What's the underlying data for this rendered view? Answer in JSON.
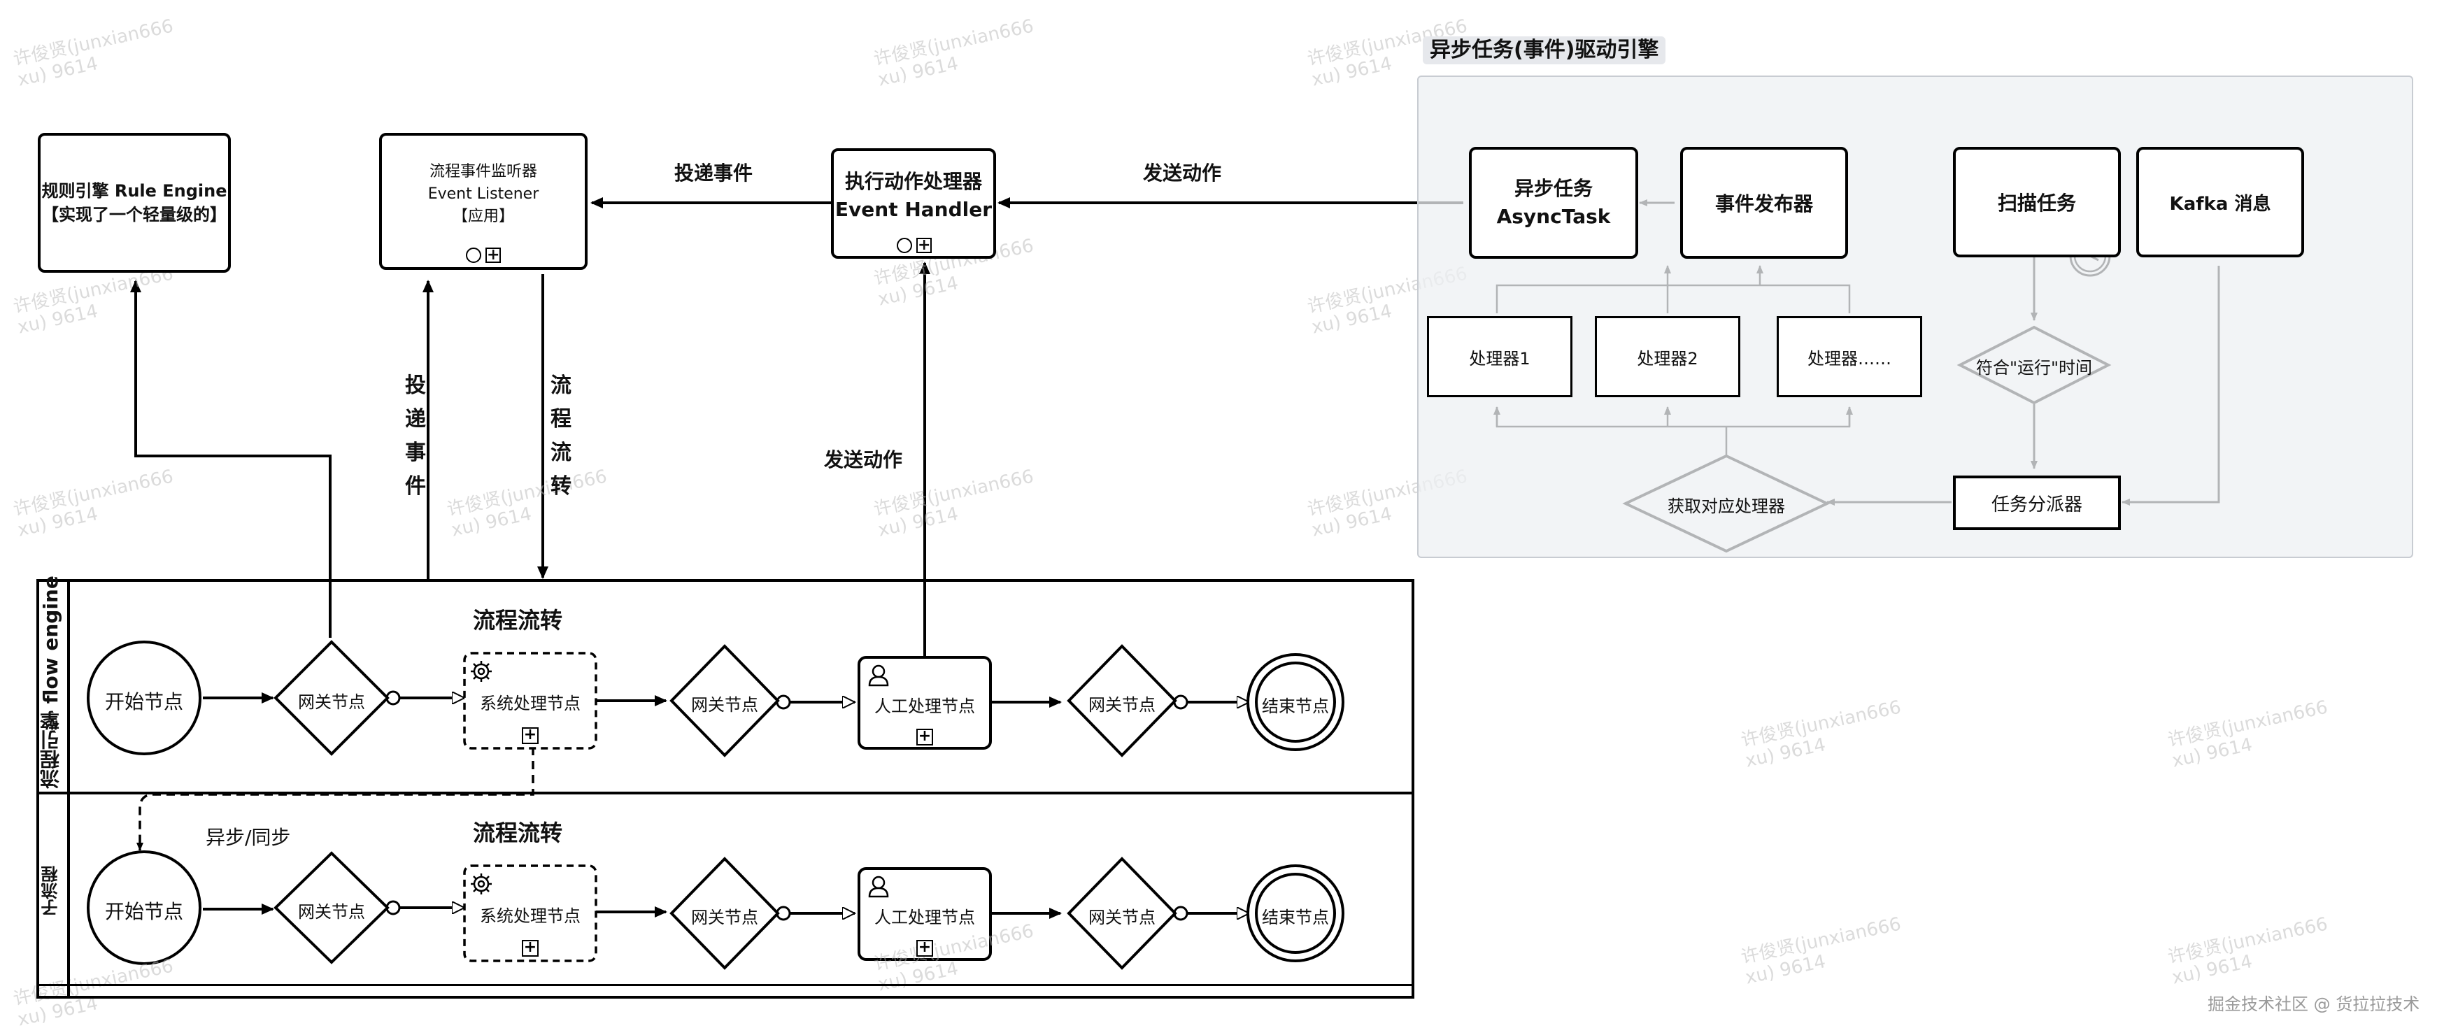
{
  "async_frame": {
    "title": "异步任务(事件)驱动引擎"
  },
  "components": {
    "rule_engine": {
      "line1": "规则引擎 Rule Engine",
      "line2": "【实现了一个轻量级的】"
    },
    "event_listener": {
      "line1": "流程事件监听器",
      "line2": "Event Listener",
      "line3": "【应用】"
    },
    "event_handler": {
      "line1": "执行动作处理器",
      "line2": "Event Handler"
    },
    "async_task": {
      "line1": "异步任务",
      "line2": "AsyncTask"
    },
    "event_publisher": {
      "label": "事件发布器"
    },
    "scan_task": {
      "label": "扫描任务"
    },
    "kafka": {
      "label": "Kafka 消息"
    },
    "processors": [
      "处理器1",
      "处理器2",
      "处理器……"
    ],
    "get_processor": {
      "label": "获取对应处理器"
    },
    "runtime_check": {
      "label": "符合\"运行\"时间"
    },
    "dispatcher": {
      "label": "任务分派器"
    }
  },
  "edges": {
    "deliver_event_top": "投递事件",
    "send_action_top": "发送动作",
    "deliver_event_vertical": "投递事件",
    "flow_transfer_vertical": "流程流转",
    "send_action_vertical": "发送动作",
    "async_sync": "异步/同步"
  },
  "lanes": [
    {
      "label": "流程引擎 flow engine",
      "title": "流程流转",
      "nodes": [
        "开始节点",
        "网关节点",
        "系统处理节点",
        "网关节点",
        "人工处理节点",
        "网关节点",
        "结束节点"
      ]
    },
    {
      "label": "子流程",
      "title": "流程流转",
      "nodes": [
        "开始节点",
        "网关节点",
        "系统处理节点",
        "网关节点",
        "人工处理节点",
        "网关节点",
        "结束节点"
      ]
    }
  ],
  "marker": {
    "plus": "+"
  },
  "watermark": {
    "line1": "许俊贤(junxian666",
    "line2": "xu) 9614"
  },
  "footer": {
    "credit": "掘金技术社区 @ 货拉拉技术"
  }
}
